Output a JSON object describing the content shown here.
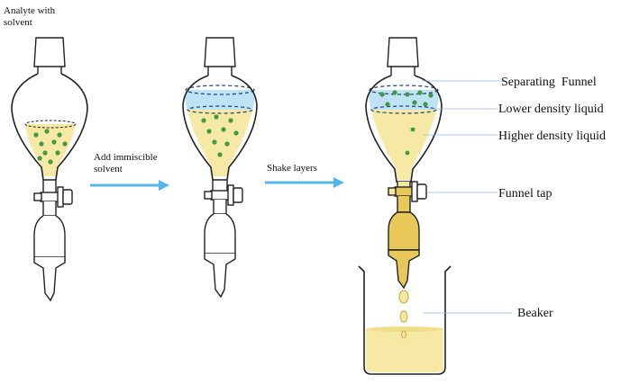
{
  "captions": {
    "analyte_line1": "Analyte with",
    "analyte_line2": "solvent",
    "add_line1": "Add immiscible",
    "add_line2": "solvent",
    "shake": "Shake layers"
  },
  "labels": {
    "separating_funnel": "Separating  Funnel",
    "lower_density": "Lower density liquid",
    "higher_density": "Higher density liquid",
    "funnel_tap": "Funnel tap",
    "beaker": "Beaker"
  },
  "colors": {
    "heavy_liquid": "#f6e9a6",
    "heavy_liquid_dark": "#e9c85a",
    "light_liquid": "#bfe3f5",
    "analyte_dots": "#3f9a43",
    "arrow": "#55b6ea",
    "glass_outline": "#222222"
  }
}
